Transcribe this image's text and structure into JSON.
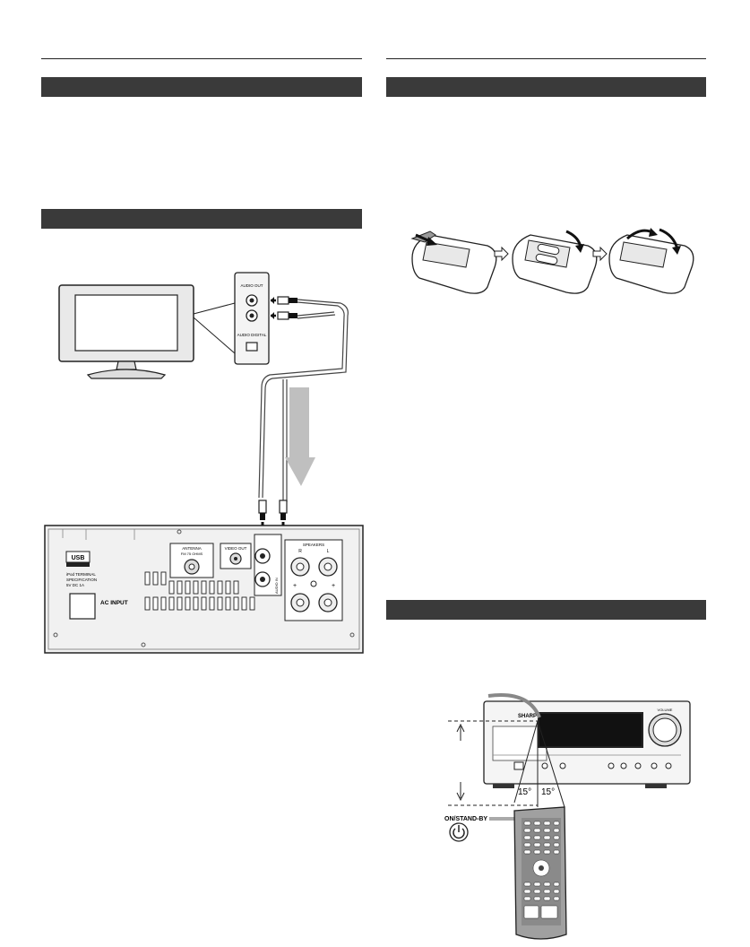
{
  "panel_labels": {
    "audio_out": "AUDIO OUT",
    "audio_digital": "AUDIO DIGITAL"
  },
  "unit_labels": {
    "usb": "USB",
    "antenna": "ANTENNA",
    "fm_75ohms": "FM 75 OHMS",
    "video_out": "VIDEO OUT",
    "speakers": "SPEAKERS",
    "speaker_r": "R",
    "speaker_l": "L",
    "ac_input": "AC INPUT",
    "ipod_spec_1": "iPod TERMINAL",
    "ipod_spec_2": "SPECIFICATION",
    "ipod_spec_3": "5V DC 1A",
    "audio_in": "AUDIO IN"
  },
  "remote_figure": {
    "brand": "SHARP",
    "angle_left": "15°",
    "angle_right": "15°",
    "on_standby_label": "ON/STAND-BY",
    "volume_label": "VOLUME"
  },
  "colors": {
    "section_bar": "#3a3a3a",
    "arrow_fill": "#bfbfbf"
  }
}
